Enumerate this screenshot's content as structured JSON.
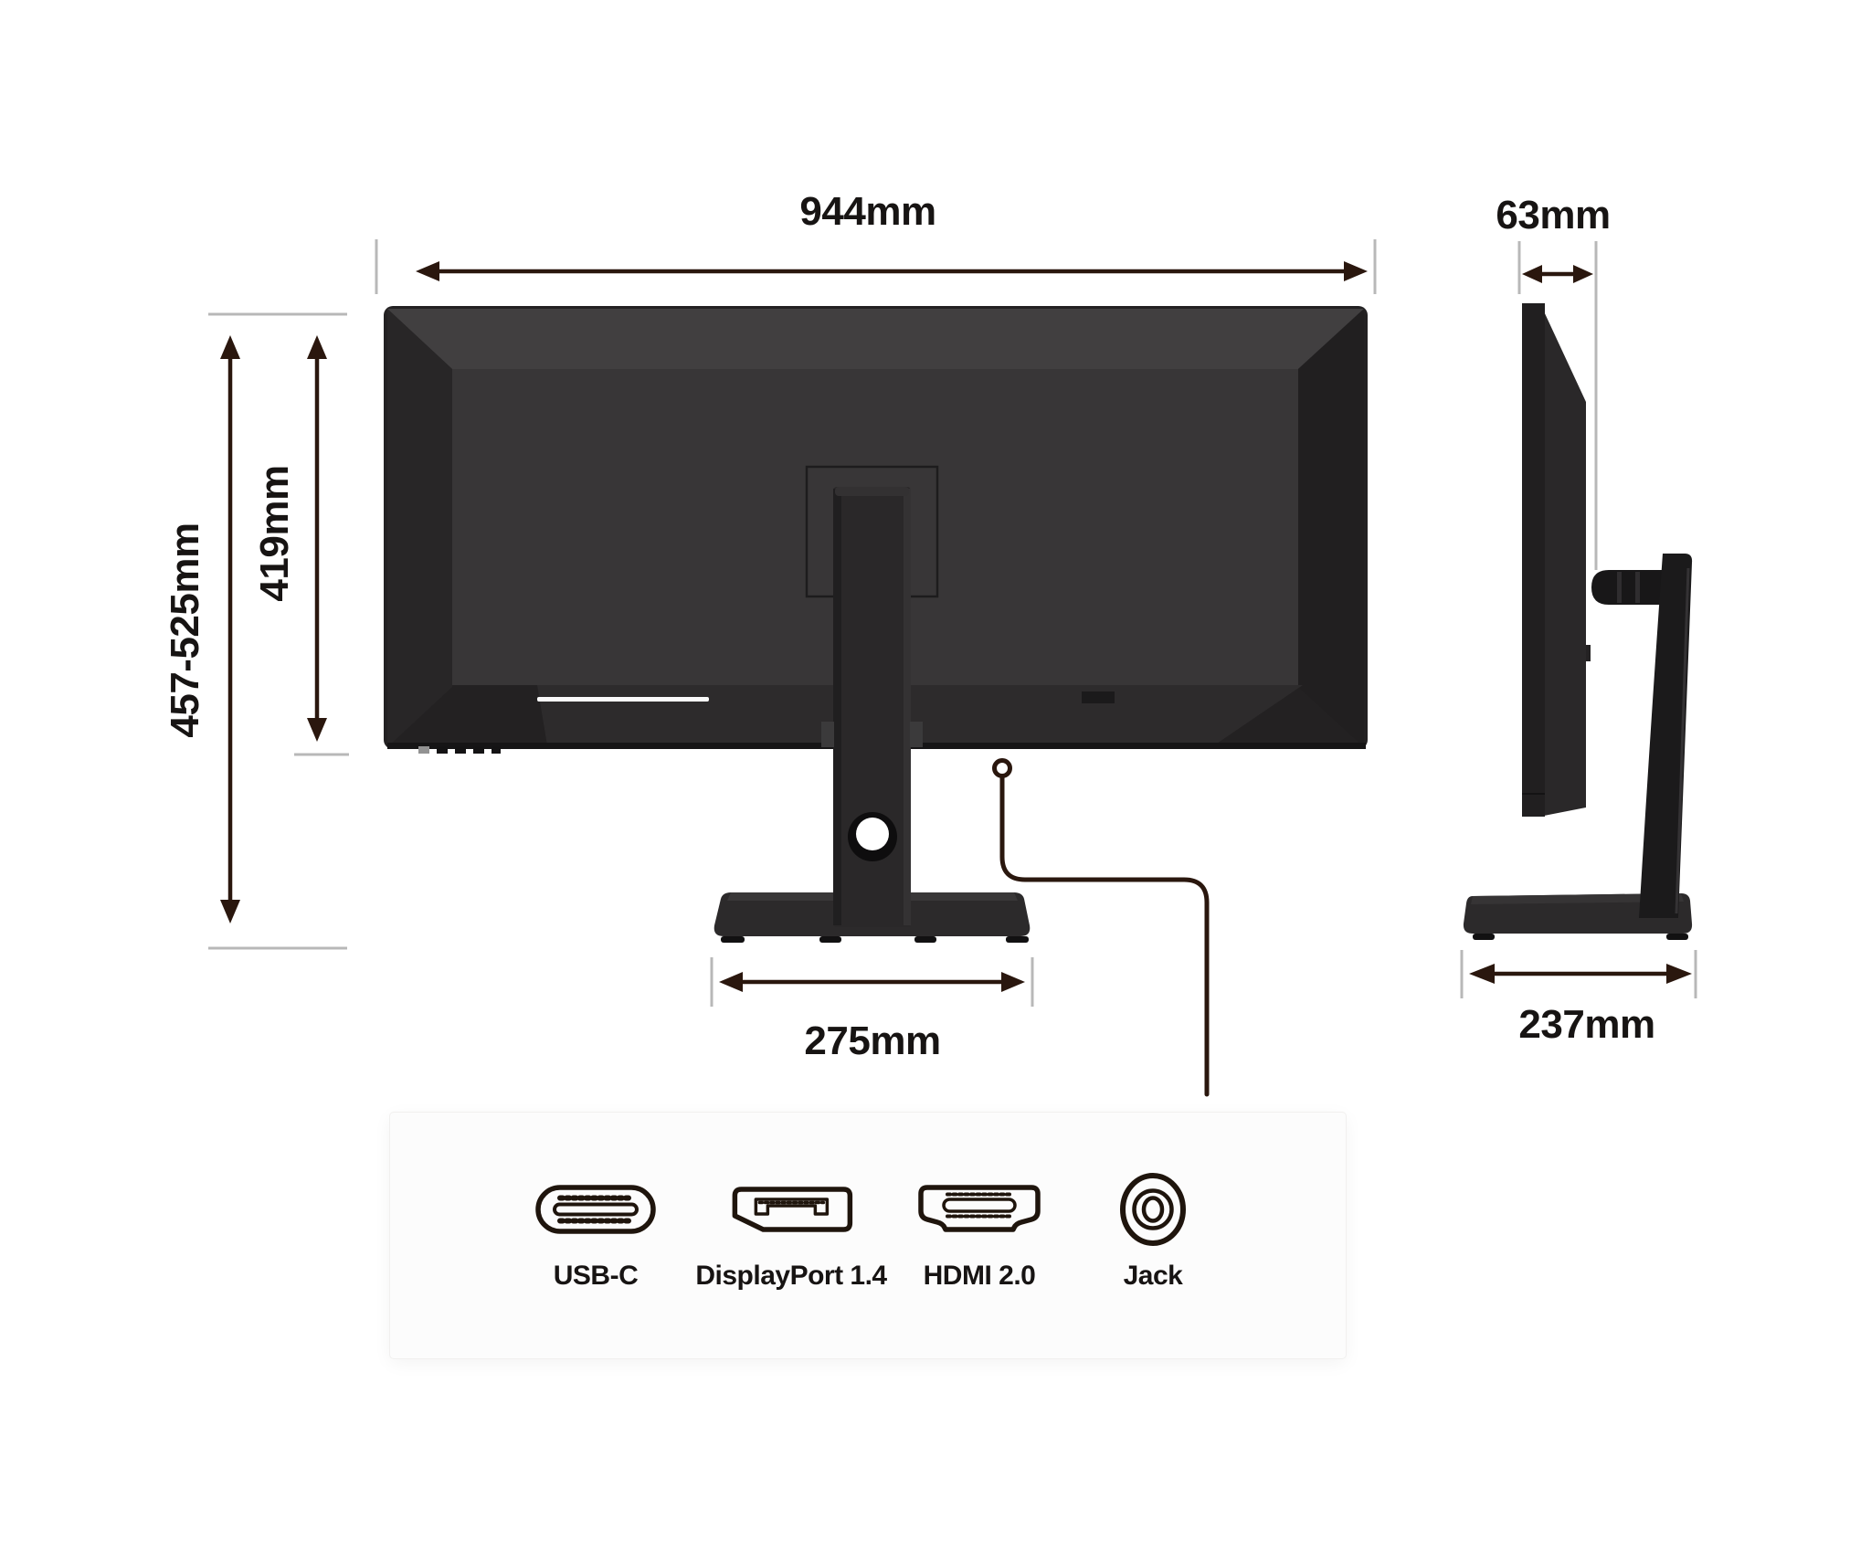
{
  "colors": {
    "background": "#ffffff",
    "line": "#2a170e",
    "extension_line": "#b8b8b8",
    "text": "#171413",
    "icon_stroke": "#1f150d",
    "panel_bg": "#fcfcfc",
    "monitor_body": "#232122",
    "monitor_top_bevel": "#413f40",
    "monitor_inner_panel": "#383637",
    "monitor_chin": "#2d2b2c"
  },
  "dimensions": {
    "top_width": "944mm",
    "side_depth": "63mm",
    "total_height": "457-525mm",
    "panel_height": "419mm",
    "stand_width": "275mm",
    "base_depth": "237mm"
  },
  "ports": {
    "items": [
      {
        "id": "usb-c",
        "label": "USB-C"
      },
      {
        "id": "displayport",
        "label": "DisplayPort 1.4"
      },
      {
        "id": "hdmi",
        "label": "HDMI 2.0"
      },
      {
        "id": "jack",
        "label": "Jack"
      }
    ]
  }
}
